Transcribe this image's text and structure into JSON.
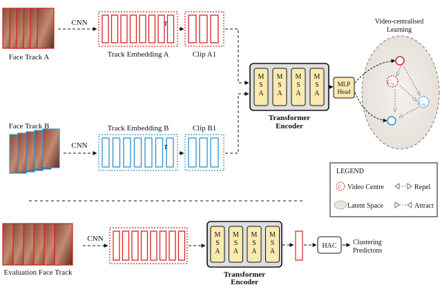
{
  "top_branch": {
    "track_label": "Face Track A",
    "cnn_label": "CNN",
    "embedding_label": "Track Embedding A",
    "tau": "τ",
    "clip_label": "Clip A1",
    "color": "#d62020"
  },
  "bottom_branch": {
    "track_label": "Face Track B",
    "cnn_label": "CNN",
    "embedding_label": "Track Embedding B",
    "tau": "τ",
    "clip_label": "Clip B1",
    "color": "#2a8fd0"
  },
  "encoder": {
    "title_line1": "Transformer",
    "title_line2": "Encoder",
    "blocks": [
      "M\nS\nA",
      "M\nS\nA",
      "M\nS\nA",
      "M\nS\nA"
    ],
    "block_fill": "#fbeab0"
  },
  "mlp": {
    "line1": "MLP",
    "line2": "Head"
  },
  "latent": {
    "title_line1": "Video-centralised",
    "title_line2": "Learning",
    "ca": "C",
    "ca_sub": "A",
    "cb": "C",
    "cb_sub": "B"
  },
  "legend": {
    "title": "LEGEND",
    "video_centre": "Video Centre",
    "repel": "Repel",
    "latent_space": "Latent Space",
    "attract": "Attract"
  },
  "evaluation": {
    "track_label": "Evaluation Face Track",
    "cnn_label": "CNN",
    "encoder_line1": "Transformer",
    "encoder_line2": "Encoder",
    "hac": "HAC",
    "output_line1": "Clustering",
    "output_line2": "Predictons"
  }
}
